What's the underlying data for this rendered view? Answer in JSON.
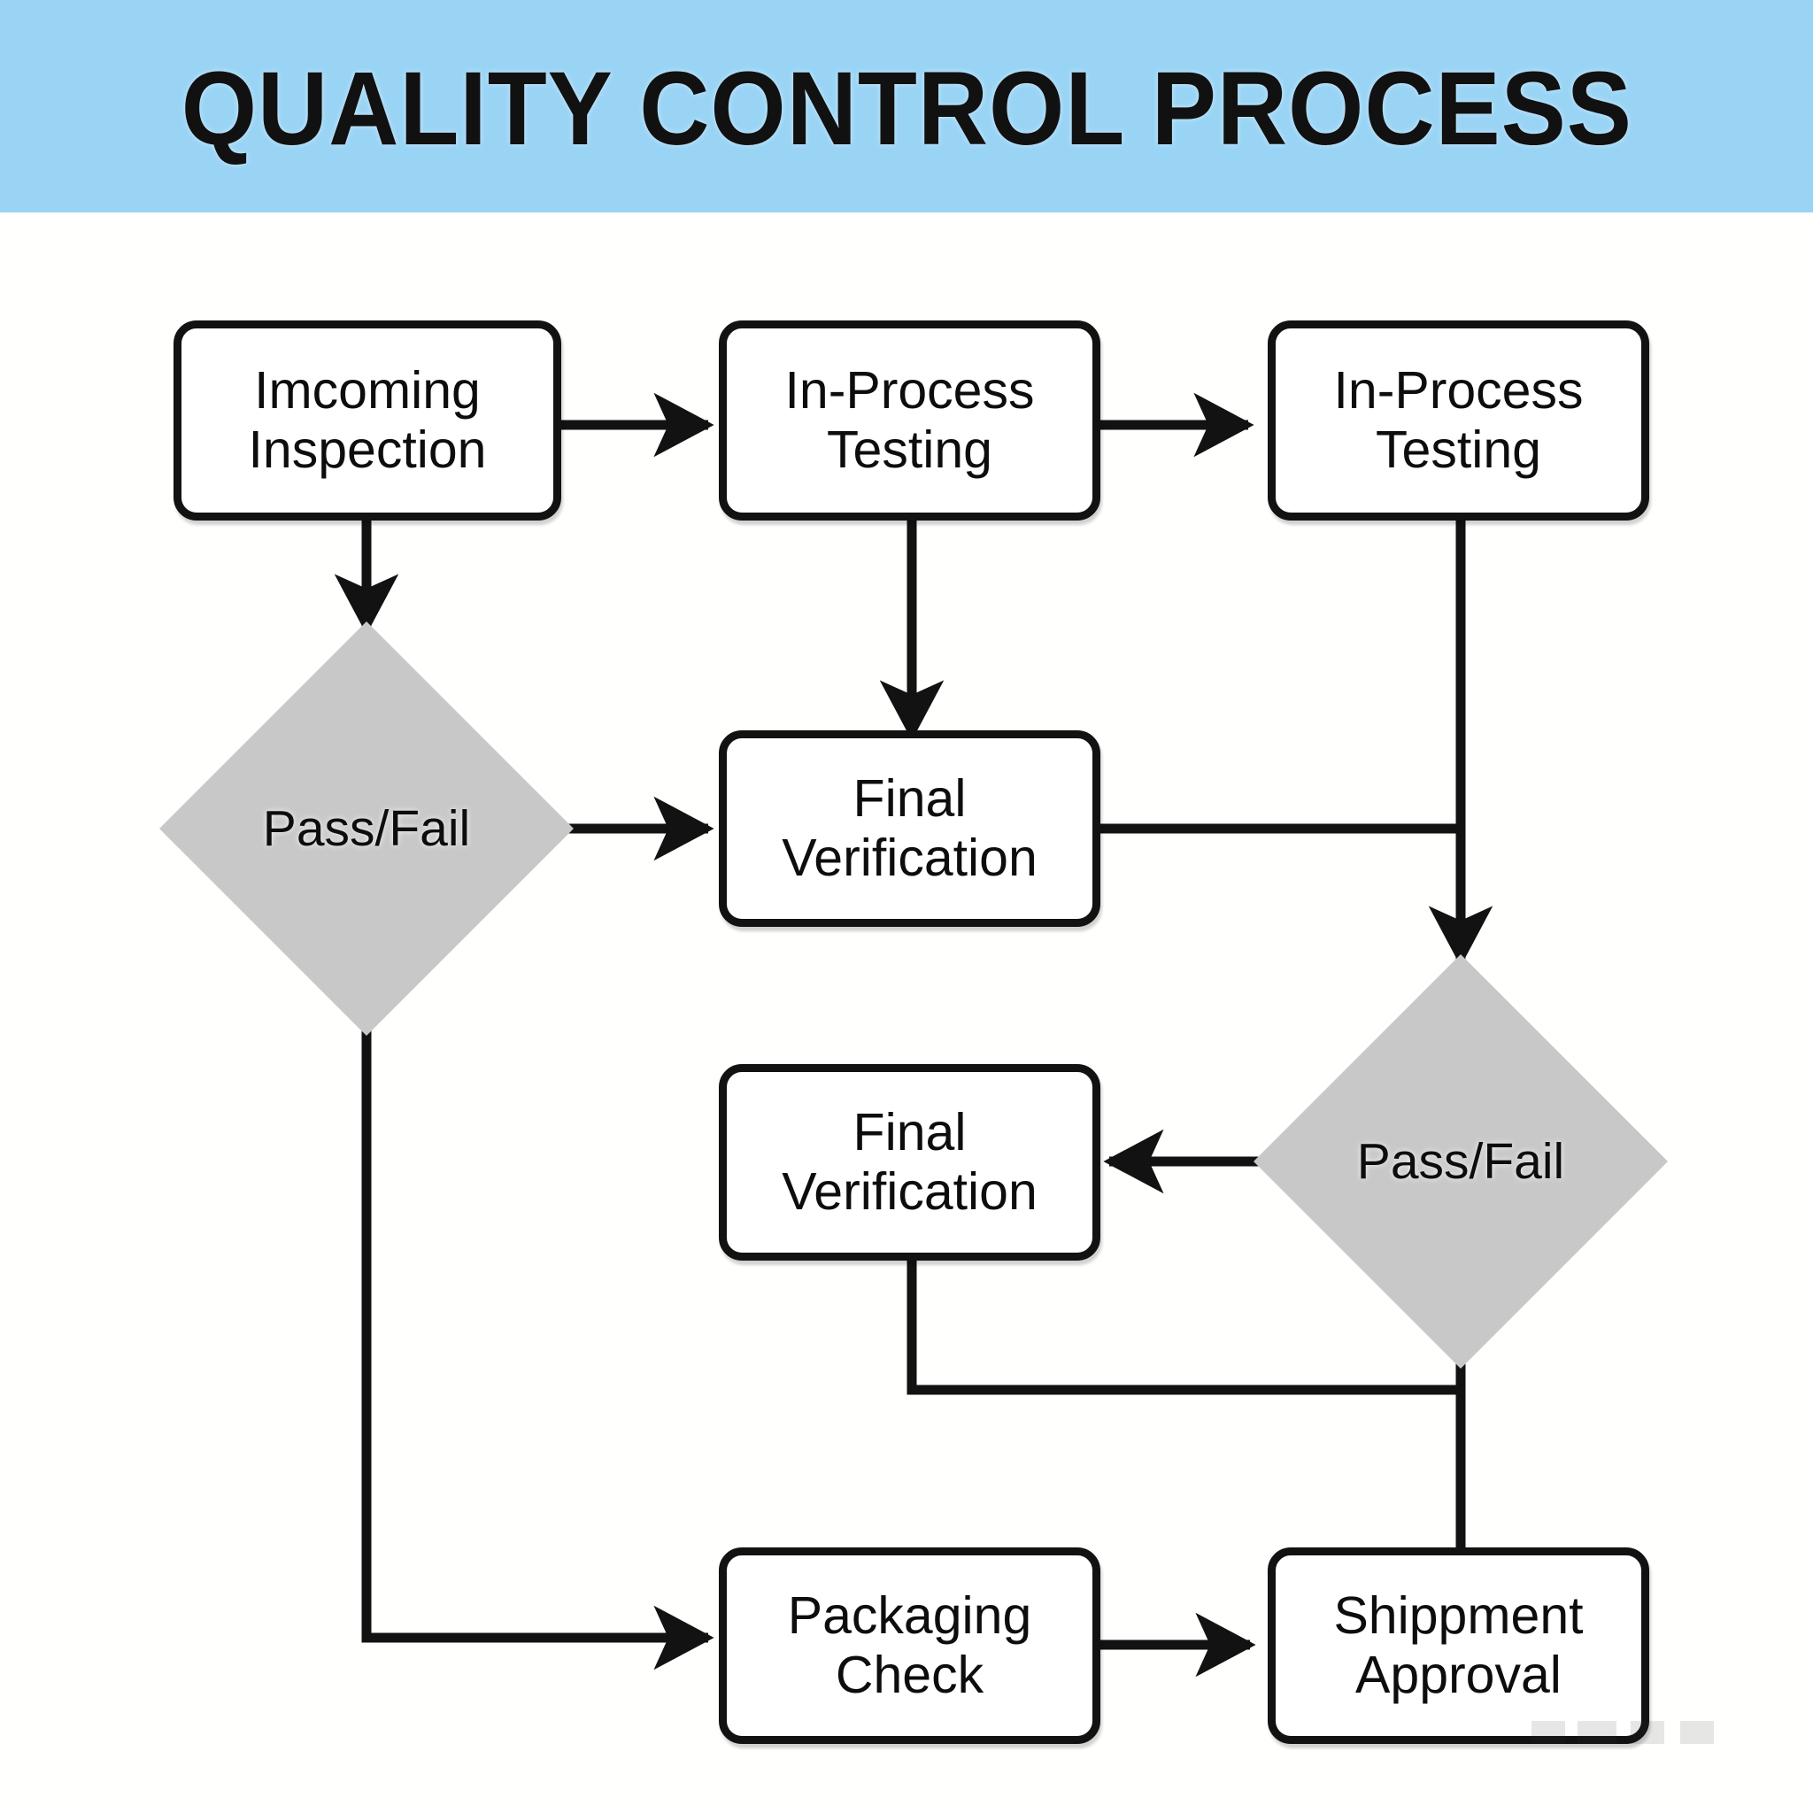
{
  "header": {
    "title": "QUALITY CONTROL PROCESS",
    "background_color": "#9ad4f5",
    "text_color": "#111111"
  },
  "canvas": {
    "background_color": "#fffffd",
    "node_fill": "#ffffff",
    "node_stroke": "#121212",
    "decision_fill": "#c8c8c8",
    "edge_color": "#121212"
  },
  "nodes": [
    {
      "id": "incoming-inspection",
      "type": "process",
      "label": "Imcoming\nInspection"
    },
    {
      "id": "in-process-testing-1",
      "type": "process",
      "label": "In-Process\nTesting"
    },
    {
      "id": "in-process-testing-2",
      "type": "process",
      "label": "In-Process\nTesting"
    },
    {
      "id": "pass-fail-1",
      "type": "decision",
      "label": "Pass/Fail"
    },
    {
      "id": "final-verification-1",
      "type": "process",
      "label": "Final\nVerification"
    },
    {
      "id": "final-verification-2",
      "type": "process",
      "label": "Final\nVerification"
    },
    {
      "id": "pass-fail-2",
      "type": "decision",
      "label": "Pass/Fail"
    },
    {
      "id": "packaging-check",
      "type": "process",
      "label": "Packaging\nCheck"
    },
    {
      "id": "shipment-approval",
      "type": "process",
      "label": "Shippment\nApproval"
    }
  ],
  "edges": [
    {
      "from": "incoming-inspection",
      "to": "in-process-testing-1",
      "direction": "right"
    },
    {
      "from": "in-process-testing-1",
      "to": "in-process-testing-2",
      "direction": "right"
    },
    {
      "from": "incoming-inspection",
      "to": "pass-fail-1",
      "direction": "down"
    },
    {
      "from": "in-process-testing-1",
      "to": "final-verification-1",
      "direction": "down"
    },
    {
      "from": "pass-fail-1",
      "to": "final-verification-1",
      "direction": "right"
    },
    {
      "from": "in-process-testing-2",
      "to": "pass-fail-2",
      "direction": "down"
    },
    {
      "from": "final-verification-1",
      "to": "pass-fail-2",
      "direction": "right-down"
    },
    {
      "from": "pass-fail-2",
      "to": "final-verification-2",
      "direction": "left"
    },
    {
      "from": "pass-fail-1",
      "to": "packaging-check",
      "direction": "down-right"
    },
    {
      "from": "final-verification-2",
      "to": "shipment-approval",
      "direction": "down-right"
    },
    {
      "from": "pass-fail-2",
      "to": "shipment-approval",
      "direction": "down"
    },
    {
      "from": "packaging-check",
      "to": "shipment-approval",
      "direction": "right"
    }
  ]
}
